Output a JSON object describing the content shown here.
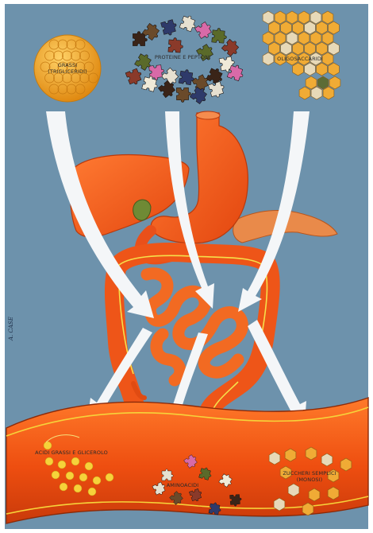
{
  "labels": {
    "fats": "GRASSI",
    "fats_sub": "(TRIGLICERIDI)",
    "proteins": "PROTEINE E PEPTONI",
    "oligo": "OLIGOSACCARIDI",
    "fatty_acids": "ACIDI GRASSI E GLICEROLO",
    "amino_acids": "AMINOACIDI",
    "simple_sugars": "ZUCCHERI SEMPLICI",
    "simple_sugars_sub": "(MONOSI)"
  },
  "signature": "A. CASE",
  "colors": {
    "background": "#6d92ac",
    "organ": "#ef5a1e",
    "organ_dark": "#c73a10",
    "vessel": "#ea4a12",
    "arrow": "#f4f6f8",
    "fat_ball": "#f2b022",
    "honeycomb": "#f0ab35"
  }
}
